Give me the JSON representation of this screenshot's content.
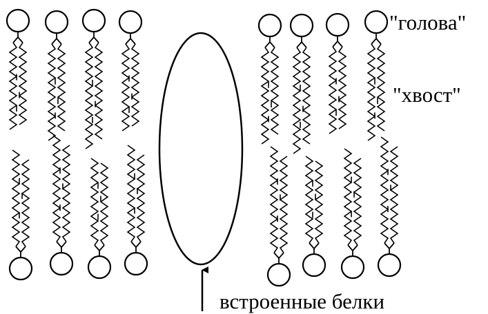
{
  "labels": {
    "head": "\"голова\"",
    "tail": "\"хвост\"",
    "protein": "встроенные белки"
  },
  "colors": {
    "stroke": "#000000",
    "background": "#ffffff"
  }
}
